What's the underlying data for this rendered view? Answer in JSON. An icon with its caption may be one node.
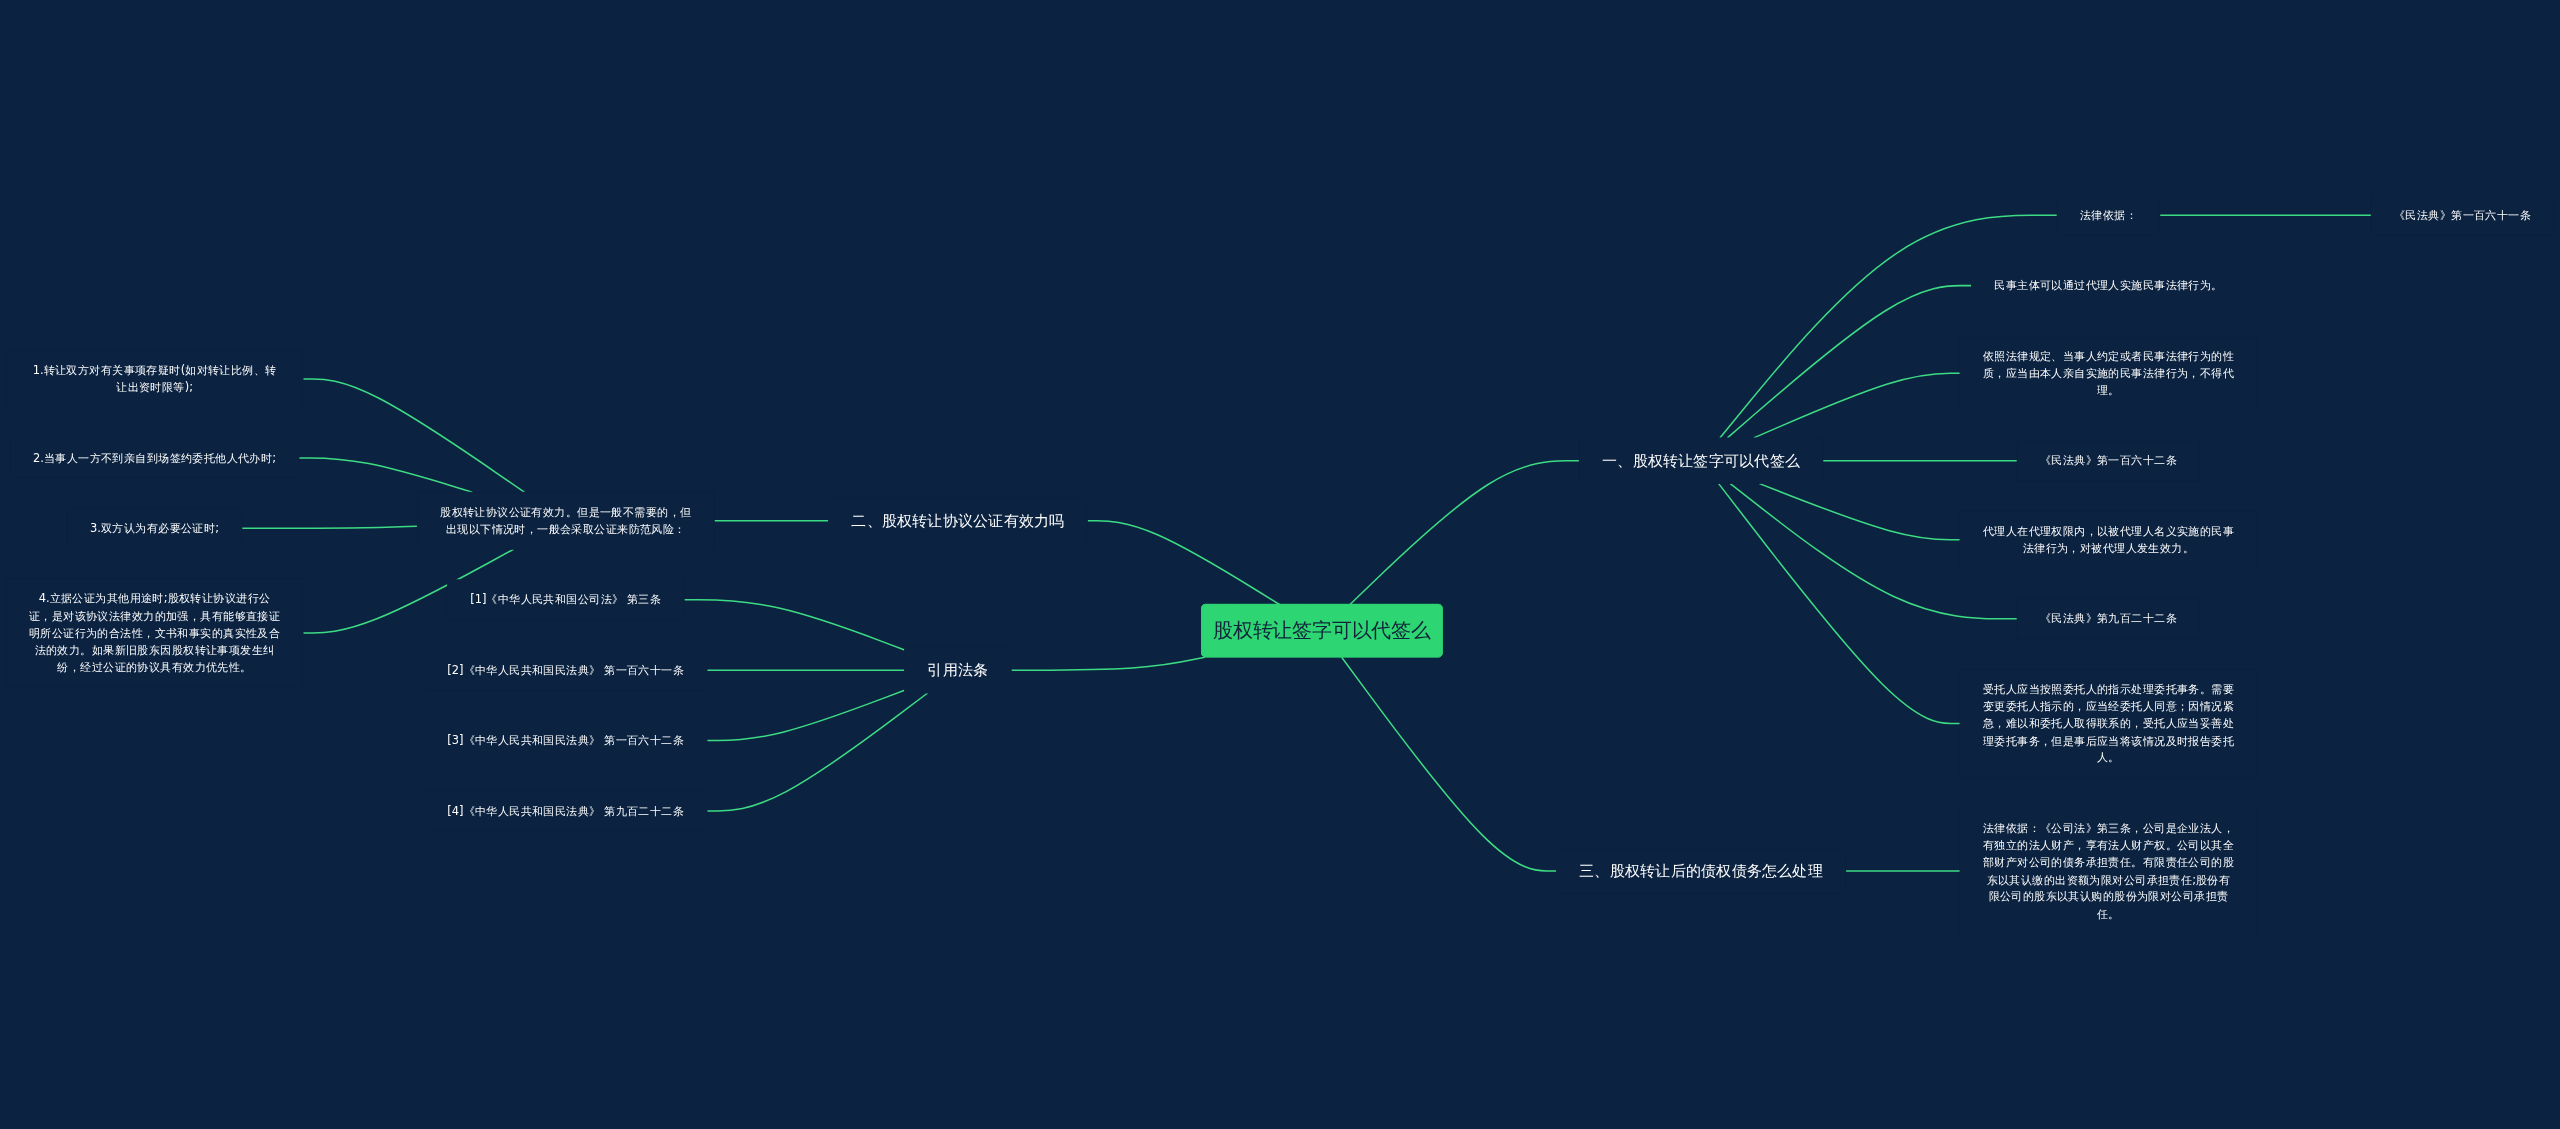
{
  "diagram": {
    "nodes": [
      {
        "text": [
          "股权转让签字可以代签么"
        ]
      },
      {
        "text": [
          "一、股权转让签字可以代签么"
        ]
      },
      {
        "text": [
          "法律依据："
        ]
      },
      {
        "text": [
          "《民法典》第一百六十一条"
        ]
      },
      {
        "text": [
          "民事主体可以通过代理人实施民事法律行为。"
        ]
      },
      {
        "text": [
          "依照法律规定、当事人约定或者民事法律行为的性质，应当由本人亲自实施的民事法律行为，不得代理。"
        ]
      },
      {
        "text": [
          "《民法典》第一百六十二条"
        ]
      },
      {
        "text": [
          "代理人在代理权限内，以被代理人名义实施的民事法律行为，对被代理人发生效力。"
        ]
      },
      {
        "text": [
          "《民法典》第九百二十二条"
        ]
      },
      {
        "text": [
          "受托人应当按照委托人的指示处理委托事务。需要变更委托人指示的，应当经委托人同意；因情况紧急，难以和委托人取得联系的，受托人应当妥善处理委托事务，但是事后应当将该情况及时报告委托人。"
        ]
      },
      {
        "text": [
          "三、股权转让后的债权债务怎么处理"
        ]
      },
      {
        "text": [
          "法律依据：《公司法》第三条，公司是企业法人，有独立的法人财产，享有法人财产权。公司以其全部财产对公司的债务承担责任。有限责任公司的股东以其认缴的出资额为限对公司承担责任;股份有限公司的股东以其认购的股份为限对公司承担责任。"
        ]
      },
      {
        "text": [
          "二、股权转让协议公证有效力吗"
        ]
      },
      {
        "text": [
          "股权转让协议公证有效力。但是一般不需要的，但出现以下情况时，一般会采取公证来防范风险："
        ]
      },
      {
        "text": [
          "1.转让双方对有关事项存疑时(如对转让比例、转让出资时限等);"
        ]
      },
      {
        "text": [
          "2.当事人一方不到亲自到场签约委托他人代办时;"
        ]
      },
      {
        "text": [
          "3.双方认为有必要公证时;"
        ]
      },
      {
        "text": [
          "4.立据公证为其他用途时;股权转让协议进行公证，是对该协议法律效力的加强，具有能够直接证明所公证行为的合法性，文书和事实的真实性及合法的效力。如果新旧股东因股权转让事项发生纠纷，经过公证的协议具有效力优先性。"
        ]
      },
      {
        "text": [
          "引用法条"
        ]
      },
      {
        "text": [
          "[1]《中华人民共和国公司法》 第三条"
        ]
      },
      {
        "text": [
          "[2]《中华人民共和国民法典》 第一百六十一条"
        ]
      },
      {
        "text": [
          "[3]《中华人民共和国民法典》 第一百六十二条"
        ]
      },
      {
        "text": [
          "[4]《中华人民共和国民法典》 第九百二十二条"
        ]
      }
    ],
    "edges": [
      {
        "from": 0,
        "to": 1,
        "arrow": "none"
      },
      {
        "from": 1,
        "to": 2,
        "arrow": "none"
      },
      {
        "from": 2,
        "to": 3,
        "arrow": "none"
      },
      {
        "from": 1,
        "to": 4,
        "arrow": "none"
      },
      {
        "from": 1,
        "to": 5,
        "arrow": "none"
      },
      {
        "from": 1,
        "to": 6,
        "arrow": "none"
      },
      {
        "from": 1,
        "to": 7,
        "arrow": "none"
      },
      {
        "from": 1,
        "to": 8,
        "arrow": "none"
      },
      {
        "from": 1,
        "to": 9,
        "arrow": "none"
      },
      {
        "from": 0,
        "to": 10,
        "arrow": "none"
      },
      {
        "from": 10,
        "to": 11,
        "arrow": "none"
      },
      {
        "from": 0,
        "to": 12,
        "arrow": "none"
      },
      {
        "from": 12,
        "to": 13,
        "arrow": "none"
      },
      {
        "from": 13,
        "to": 14,
        "arrow": "none"
      },
      {
        "from": 13,
        "to": 15,
        "arrow": "none"
      },
      {
        "from": 13,
        "to": 16,
        "arrow": "none"
      },
      {
        "from": 13,
        "to": 17,
        "arrow": "none"
      },
      {
        "from": 0,
        "to": 18,
        "arrow": "none"
      },
      {
        "from": 18,
        "to": 19,
        "arrow": "none"
      },
      {
        "from": 18,
        "to": 20,
        "arrow": "none"
      },
      {
        "from": 18,
        "to": 21,
        "arrow": "none"
      },
      {
        "from": 18,
        "to": 22,
        "arrow": "none"
      }
    ]
  }
}
